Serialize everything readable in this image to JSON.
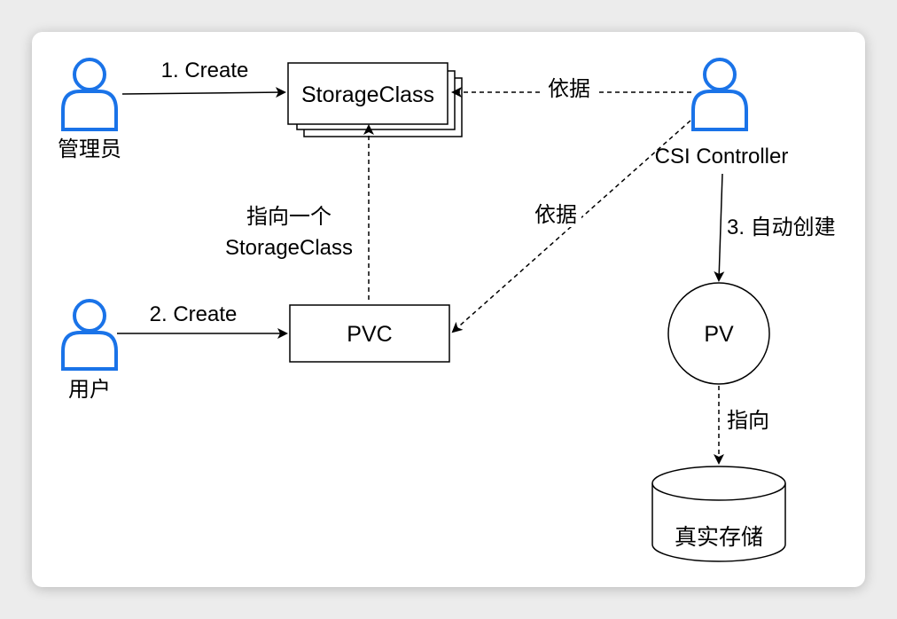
{
  "actors": {
    "admin": "管理员",
    "user": "用户",
    "csi": "CSI Controller"
  },
  "nodes": {
    "storageclass": "StorageClass",
    "pvc": "PVC",
    "pv": "PV",
    "storage": "真实存储"
  },
  "edges": {
    "admin_create": "1. Create",
    "user_create": "2. Create",
    "csi_to_sc": "依据",
    "csi_to_pvc": "依据",
    "pvc_to_sc_line1": "指向一个",
    "pvc_to_sc_line2": "StorageClass",
    "csi_create_pv": "3. 自动创建",
    "pv_to_storage": "指向"
  },
  "colors": {
    "actor": "#1a73e8",
    "line": "#000000",
    "background": "#ffffff"
  }
}
